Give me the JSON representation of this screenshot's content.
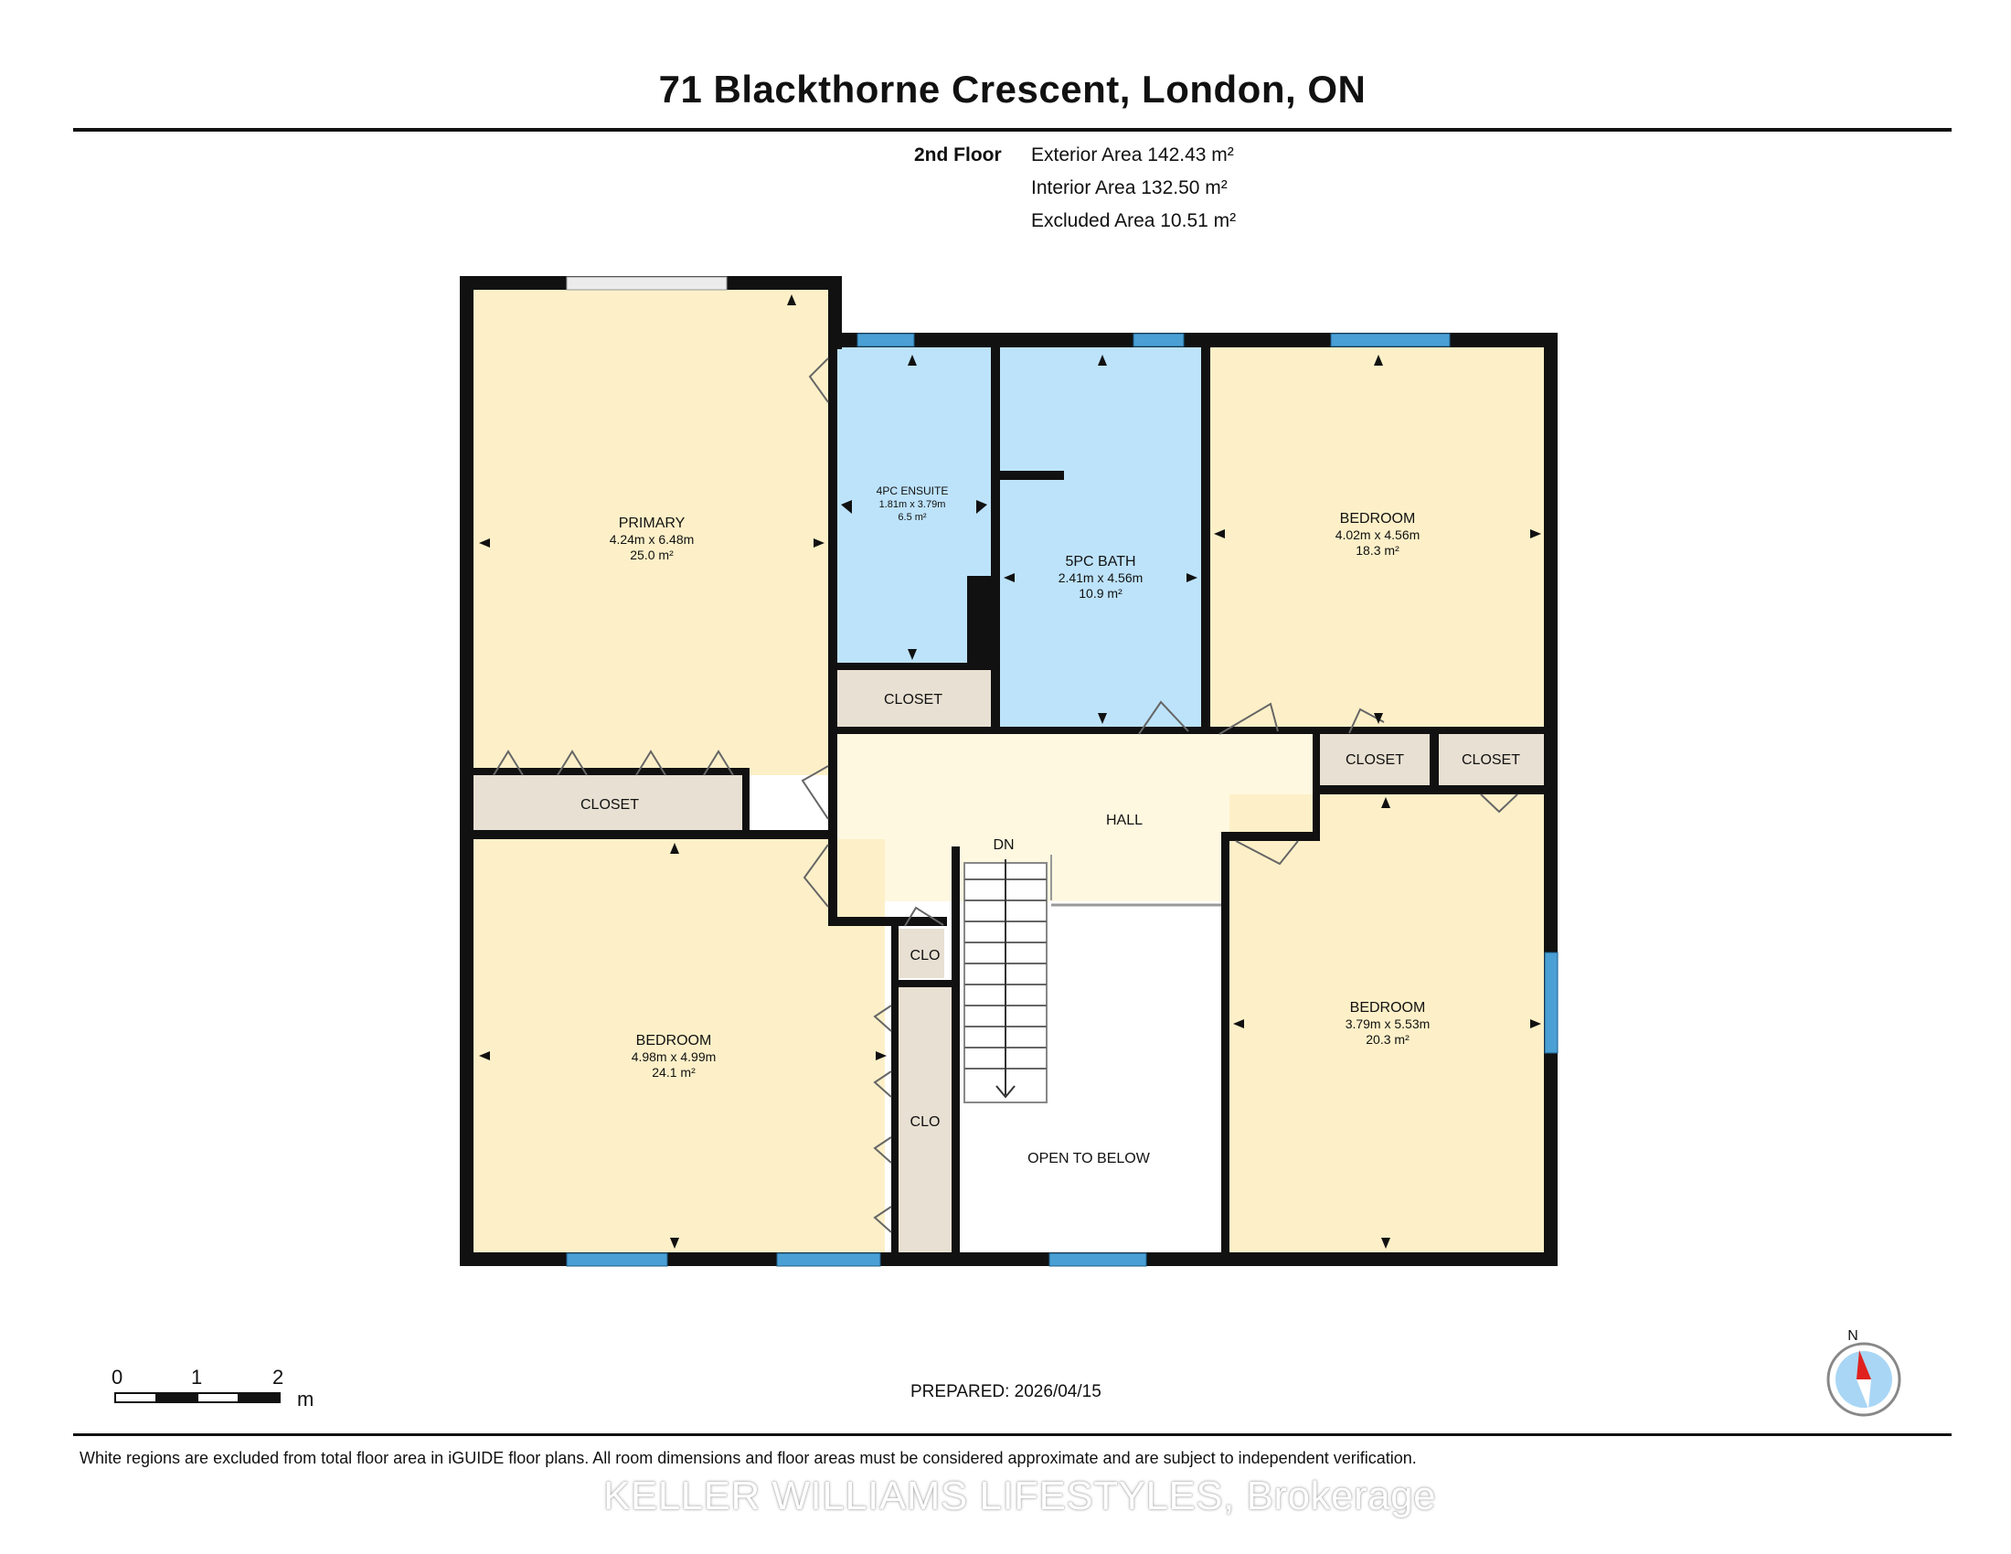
{
  "header": {
    "title": "71 Blackthorne Crescent, London, ON",
    "floor": "2nd Floor",
    "exterior_area": "Exterior Area 142.43 m²",
    "interior_area": "Interior Area 132.50 m²",
    "excluded_area": "Excluded Area 10.51 m²"
  },
  "rooms": {
    "primary": {
      "name": "PRIMARY",
      "dims": "4.24m x 6.48m",
      "area": "25.0 m²"
    },
    "ensuite": {
      "name": "4PC ENSUITE",
      "dims": "1.81m x 3.79m",
      "area": "6.5 m²"
    },
    "bath": {
      "name": "5PC BATH",
      "dims": "2.41m x 4.56m",
      "area": "10.9 m²"
    },
    "bedroom_ne": {
      "name": "BEDROOM",
      "dims": "4.02m x 4.56m",
      "area": "18.3 m²"
    },
    "bedroom_sw": {
      "name": "BEDROOM",
      "dims": "4.98m x 4.99m",
      "area": "24.1 m²"
    },
    "bedroom_se": {
      "name": "BEDROOM",
      "dims": "3.79m x 5.53m",
      "area": "20.3 m²"
    },
    "hall": "HALL",
    "down": "DN",
    "open_to_below": "OPEN TO BELOW",
    "closet": "CLOSET",
    "clo": "CLO"
  },
  "scale": {
    "zero": "0",
    "one": "1",
    "two": "2",
    "unit": "m"
  },
  "compass": {
    "north": "N"
  },
  "prepared": "PREPARED: 2026/04/15",
  "disclaimer": "White regions are excluded from total floor area in iGUIDE floor plans. All room dimensions and floor areas must be considered approximate and are subject to independent verification.",
  "watermark": "KELLER WILLIAMS LIFESTYLES, Brokerage",
  "colors": {
    "bedroom_fill": "#fdf0c8",
    "bath_fill": "#bde3fb",
    "hall_fill": "#fff8e0",
    "closet_fill": "#e8e0d2",
    "wall": "#111111",
    "window": "#4a9fd4"
  }
}
